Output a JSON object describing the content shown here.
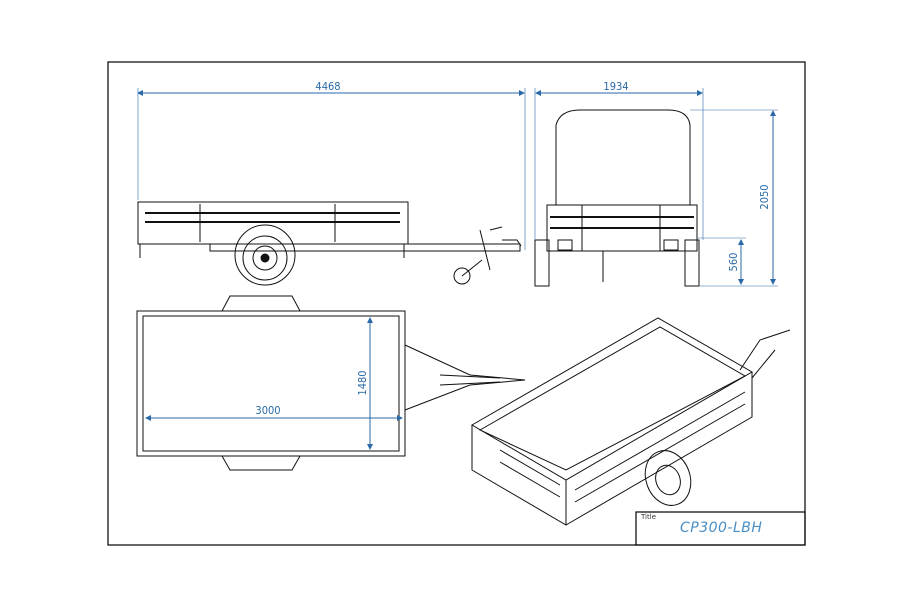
{
  "drawing": {
    "title_label": "Title",
    "title": "CP300-LBH",
    "dimension_color": "#2a6aa8",
    "dimensions": {
      "overall_length": "4468",
      "overall_width": "1934",
      "overall_height": "2050",
      "bed_height": "560",
      "bed_length": "3000",
      "bed_width": "1480"
    }
  }
}
